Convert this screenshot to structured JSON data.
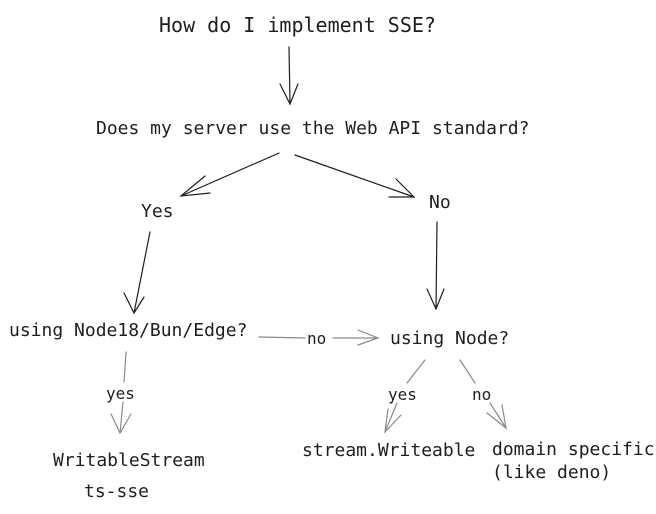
{
  "diagram": {
    "title": "How do I implement SSE?",
    "question_web_api": "Does my server use the Web API standard?",
    "yes_label": "Yes",
    "no_label": "No",
    "question_runtime": "using Node18/Bun/Edge?",
    "question_node": "using Node?",
    "edge_no_label": "no",
    "edge_yes_left_label": "yes",
    "edge_yes_right_label": "yes",
    "edge_no_right_label": "no",
    "result_writable_stream": "WritableStream",
    "result_ts_sse": "ts-sse",
    "result_stream_writeable": "stream.Writeable",
    "result_domain_specific": "domain specific\n(like deno)"
  },
  "colors": {
    "ink": "#1e1e1e",
    "arrow_light": "#8a8a8a",
    "background": "#ffffff"
  }
}
